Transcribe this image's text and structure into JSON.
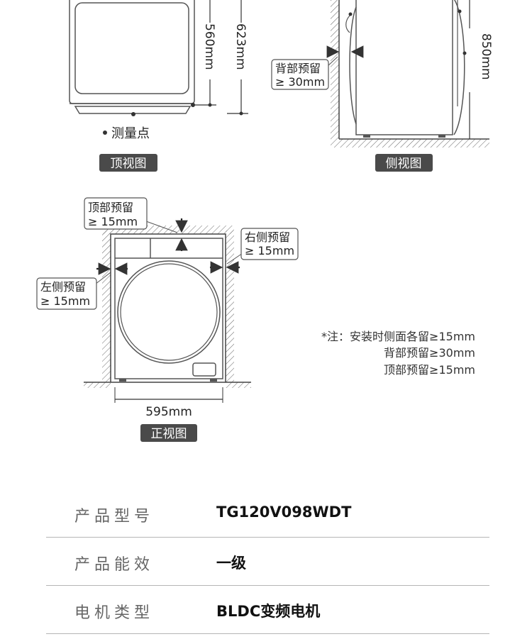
{
  "views": {
    "top": {
      "label": "顶视图",
      "dim_depth": "560mm",
      "dim_total": "623mm",
      "measure_point": "测量点"
    },
    "side": {
      "label": "侧视图",
      "dim_height": "850mm",
      "back_clearance": [
        "背部预留",
        "≥ 30mm"
      ]
    },
    "front": {
      "label": "正视图",
      "dim_width": "595mm",
      "top_clearance": [
        "顶部预留",
        "≥ 15mm"
      ],
      "right_clearance": [
        "右侧预留",
        "≥ 15mm"
      ],
      "left_clearance": [
        "左侧预留",
        "≥ 15mm"
      ]
    }
  },
  "notes": [
    "*注：安装时侧面各留≥15mm",
    "背部预留≥30mm",
    "顶部预留≥15mm"
  ],
  "specs": [
    {
      "label": "产品型号",
      "value": "TG120V098WDT"
    },
    {
      "label": "产品能效",
      "value": "一级"
    },
    {
      "label": "电机类型",
      "value": "BLDC变频电机"
    }
  ],
  "colors": {
    "line": "#444444",
    "label_bg": "#4a4a4a",
    "label_text": "#ffffff",
    "spec_label": "#666666",
    "divider": "#b5b5b5"
  }
}
